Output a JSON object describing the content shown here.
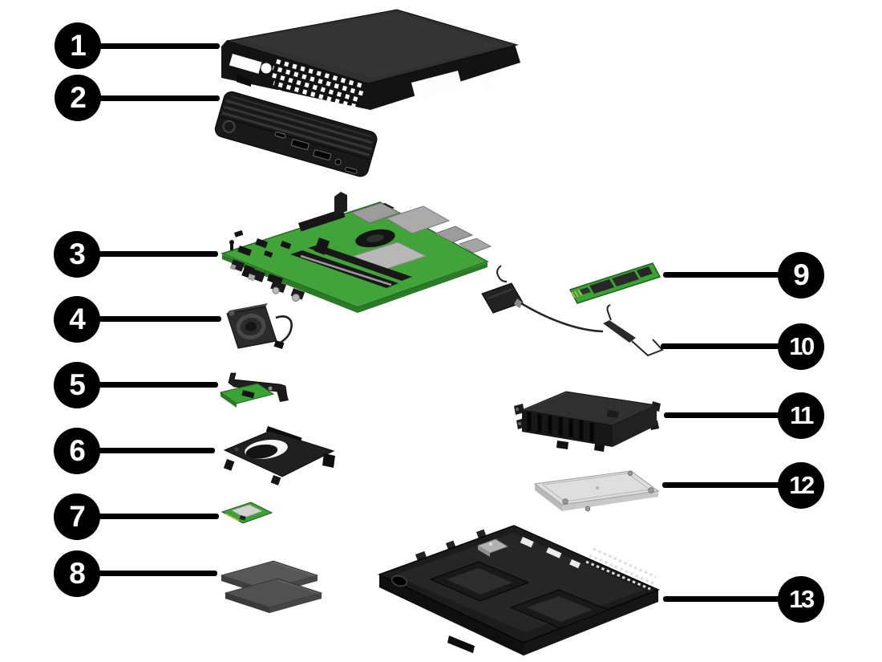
{
  "figure": {
    "kind": "exploded-parts-diagram",
    "subject": "mini desktop computer",
    "background_color": "#ffffff",
    "callout_style": {
      "circle_fill": "#000000",
      "number_color": "#ffffff",
      "leader_color": "#000000"
    },
    "palette": {
      "chassis_dark": "#1a1a1a",
      "cover_gray": "#303030",
      "pcb_green": "#3ba235",
      "metal_silver": "#b7b7b7",
      "drive_light_gray": "#dedede",
      "memory_gray": "#575757"
    },
    "callouts": [
      {
        "number": "1",
        "part": "top-cover"
      },
      {
        "number": "2",
        "part": "front-bezel"
      },
      {
        "number": "3",
        "part": "system-board"
      },
      {
        "number": "4",
        "part": "speaker"
      },
      {
        "number": "5",
        "part": "card-reader-board"
      },
      {
        "number": "6",
        "part": "fan"
      },
      {
        "number": "7",
        "part": "wlan-module"
      },
      {
        "number": "8",
        "part": "memory-modules"
      },
      {
        "number": "9",
        "part": "m2-solid-state-drive"
      },
      {
        "number": "10",
        "part": "antenna-cable"
      },
      {
        "number": "11",
        "part": "drive-cage"
      },
      {
        "number": "12",
        "part": "hard-drive"
      },
      {
        "number": "13",
        "part": "chassis"
      }
    ]
  }
}
